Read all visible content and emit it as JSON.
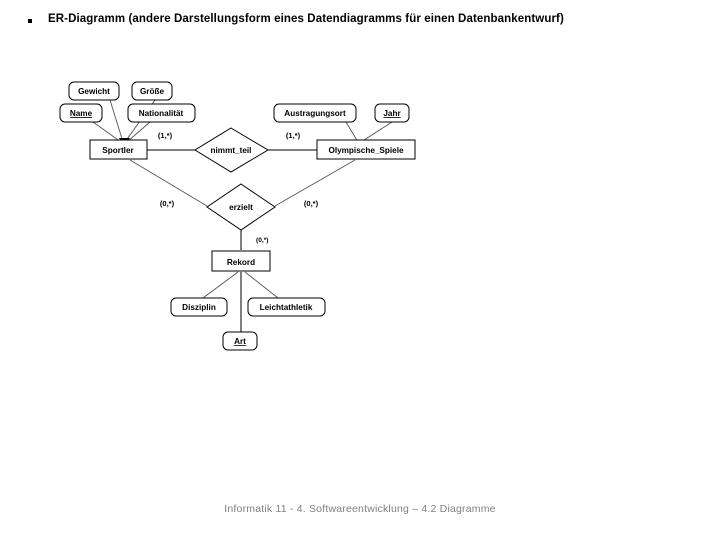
{
  "slide": {
    "bullet_marker": "square-bullet",
    "bullet_text": "ER-Diagramm (andere Darstellungsform eines Datendiagramms für einen Datenbankentwurf)",
    "footer": "Informatik 11 - 4. Softwareentwicklung – 4.2 Diagramme"
  },
  "diagram": {
    "type": "er-diagram",
    "entities": [
      {
        "id": "sportler",
        "label": "Sportler"
      },
      {
        "id": "olympische_spiele",
        "label": "Olympische_Spiele"
      },
      {
        "id": "rekord",
        "label": "Rekord"
      }
    ],
    "relationships": [
      {
        "id": "nimmt_teil",
        "label": "nimmt_teil"
      },
      {
        "id": "erzielt",
        "label": "erzielt"
      }
    ],
    "attributes": [
      {
        "id": "gewicht",
        "label": "Gewicht",
        "key": false,
        "owner": "sportler"
      },
      {
        "id": "groesse",
        "label": "Größe",
        "key": false,
        "owner": "sportler"
      },
      {
        "id": "name",
        "label": "Name",
        "key": true,
        "owner": "sportler"
      },
      {
        "id": "nationalitaet",
        "label": "Nationalität",
        "key": false,
        "owner": "sportler"
      },
      {
        "id": "austragungsort",
        "label": "Austragungsort",
        "key": false,
        "owner": "olympische_spiele"
      },
      {
        "id": "jahr",
        "label": "Jahr",
        "key": true,
        "owner": "olympische_spiele"
      },
      {
        "id": "disziplin",
        "label": "Disziplin",
        "key": false,
        "owner": "rekord"
      },
      {
        "id": "leichtathletik",
        "label": "Leichtathletik",
        "key": false,
        "owner": "rekord"
      },
      {
        "id": "art",
        "label": "Art",
        "key": true,
        "owner": "rekord"
      }
    ],
    "cardinalities": [
      {
        "id": "sportler_nimmt_teil",
        "label": "(1,*)"
      },
      {
        "id": "olympische_spiele_nimmt_teil",
        "label": "(1,*)"
      },
      {
        "id": "sportler_erzielt",
        "label": "(0,*)"
      },
      {
        "id": "olympische_spiele_erzielt",
        "label": "(0,*)"
      },
      {
        "id": "rekord_erzielt",
        "label": "(0,*)"
      }
    ]
  },
  "colors": {
    "text": "#000000",
    "footer": "#808080",
    "shape_fill": "#ffffff",
    "shape_stroke": "#000000"
  }
}
